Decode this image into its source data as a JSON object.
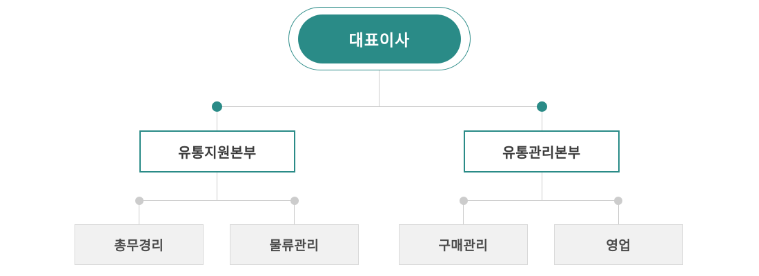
{
  "org": {
    "root": {
      "label": "대표이사"
    },
    "divisions": [
      {
        "label": "유통지원본부",
        "children": [
          {
            "label": "총무경리"
          },
          {
            "label": "물류관리"
          }
        ]
      },
      {
        "label": "유통관리본부",
        "children": [
          {
            "label": "구매관리"
          },
          {
            "label": "영업"
          }
        ]
      }
    ]
  },
  "colors": {
    "accent_teal": "#2a8b87",
    "connector_gray": "#cccccc",
    "leaf_background": "#f1f1f1",
    "leaf_border": "#d9d9d9",
    "branch_text": "#3b3b3b",
    "leaf_text": "#4a4a4a",
    "root_text": "#ffffff"
  }
}
